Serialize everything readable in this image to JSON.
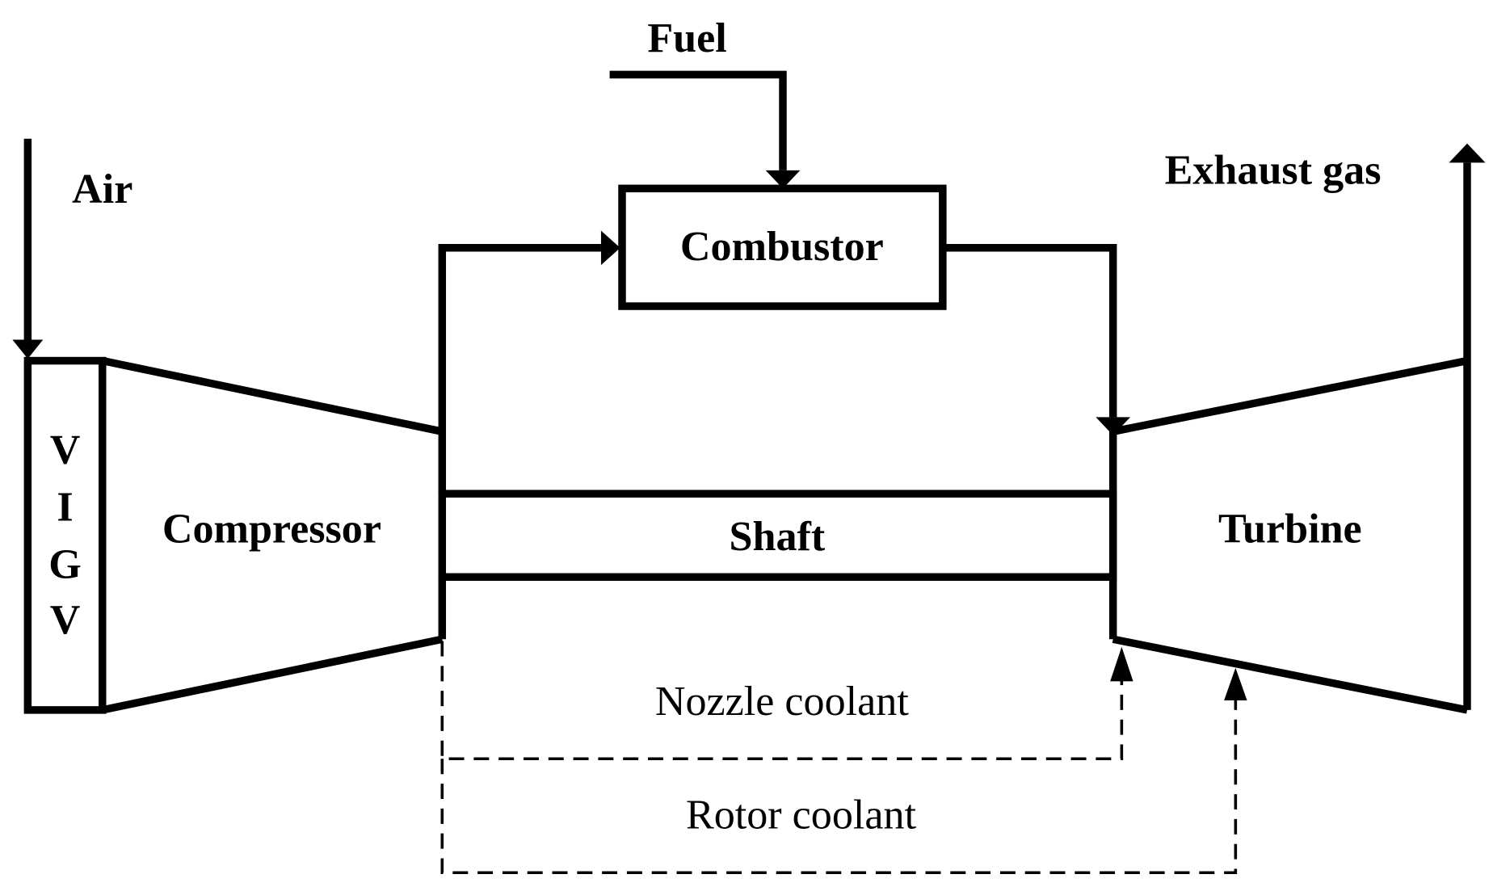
{
  "labels": {
    "fuel": "Fuel",
    "air": "Air",
    "exhaust_gas": "Exhaust gas",
    "combustor": "Combustor",
    "compressor": "Compressor",
    "shaft": "Shaft",
    "turbine": "Turbine",
    "vigv": [
      "V",
      "I",
      "G",
      "V"
    ],
    "nozzle_coolant": "Nozzle coolant",
    "rotor_coolant": "Rotor coolant"
  },
  "colors": {
    "stroke": "#000000",
    "background": "#ffffff"
  }
}
